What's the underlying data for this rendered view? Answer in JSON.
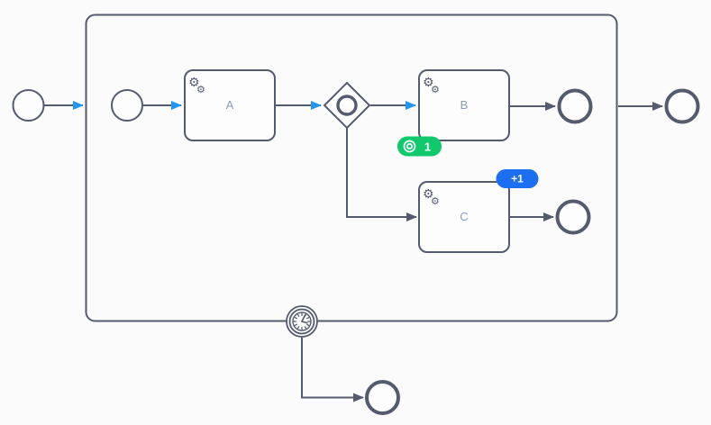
{
  "colors": {
    "background": "#FBFBFB",
    "shape_stroke": "#555B6E",
    "shape_fill": "#FDFDFE",
    "label": "#8C9BB5",
    "highlight": "#2196F3",
    "active_badge": "#0FC96C",
    "increment_badge": "#1D6FF2",
    "badge_text": "#FFFFFF"
  },
  "icons": {
    "service_task_gear": "⚙"
  },
  "diagram": {
    "kind": "bpmn-process-instance",
    "subprocess": {
      "node_type": "expanded-subprocess"
    },
    "tasks": [
      {
        "label": "A",
        "node_type": "service-task",
        "highlighted_incoming": true
      },
      {
        "label": "B",
        "node_type": "service-task",
        "highlighted_incoming": true,
        "badge": {
          "text": "1",
          "state": "active",
          "icon": "token-ring-icon"
        }
      },
      {
        "label": "C",
        "node_type": "service-task",
        "highlighted_incoming": false,
        "badge": {
          "text": "+1",
          "state": "increment"
        }
      }
    ],
    "gateway": {
      "node_type": "inclusive-gateway"
    },
    "boundary_event": {
      "node_type": "timer-boundary-event",
      "icon": "clock-icon"
    },
    "events": {
      "outer_start": "start-event",
      "inner_start": "start-event",
      "end_after_b": "end-event",
      "end_after_c": "end-event",
      "end_after_timer": "end-event",
      "final_end": "end-event"
    }
  }
}
